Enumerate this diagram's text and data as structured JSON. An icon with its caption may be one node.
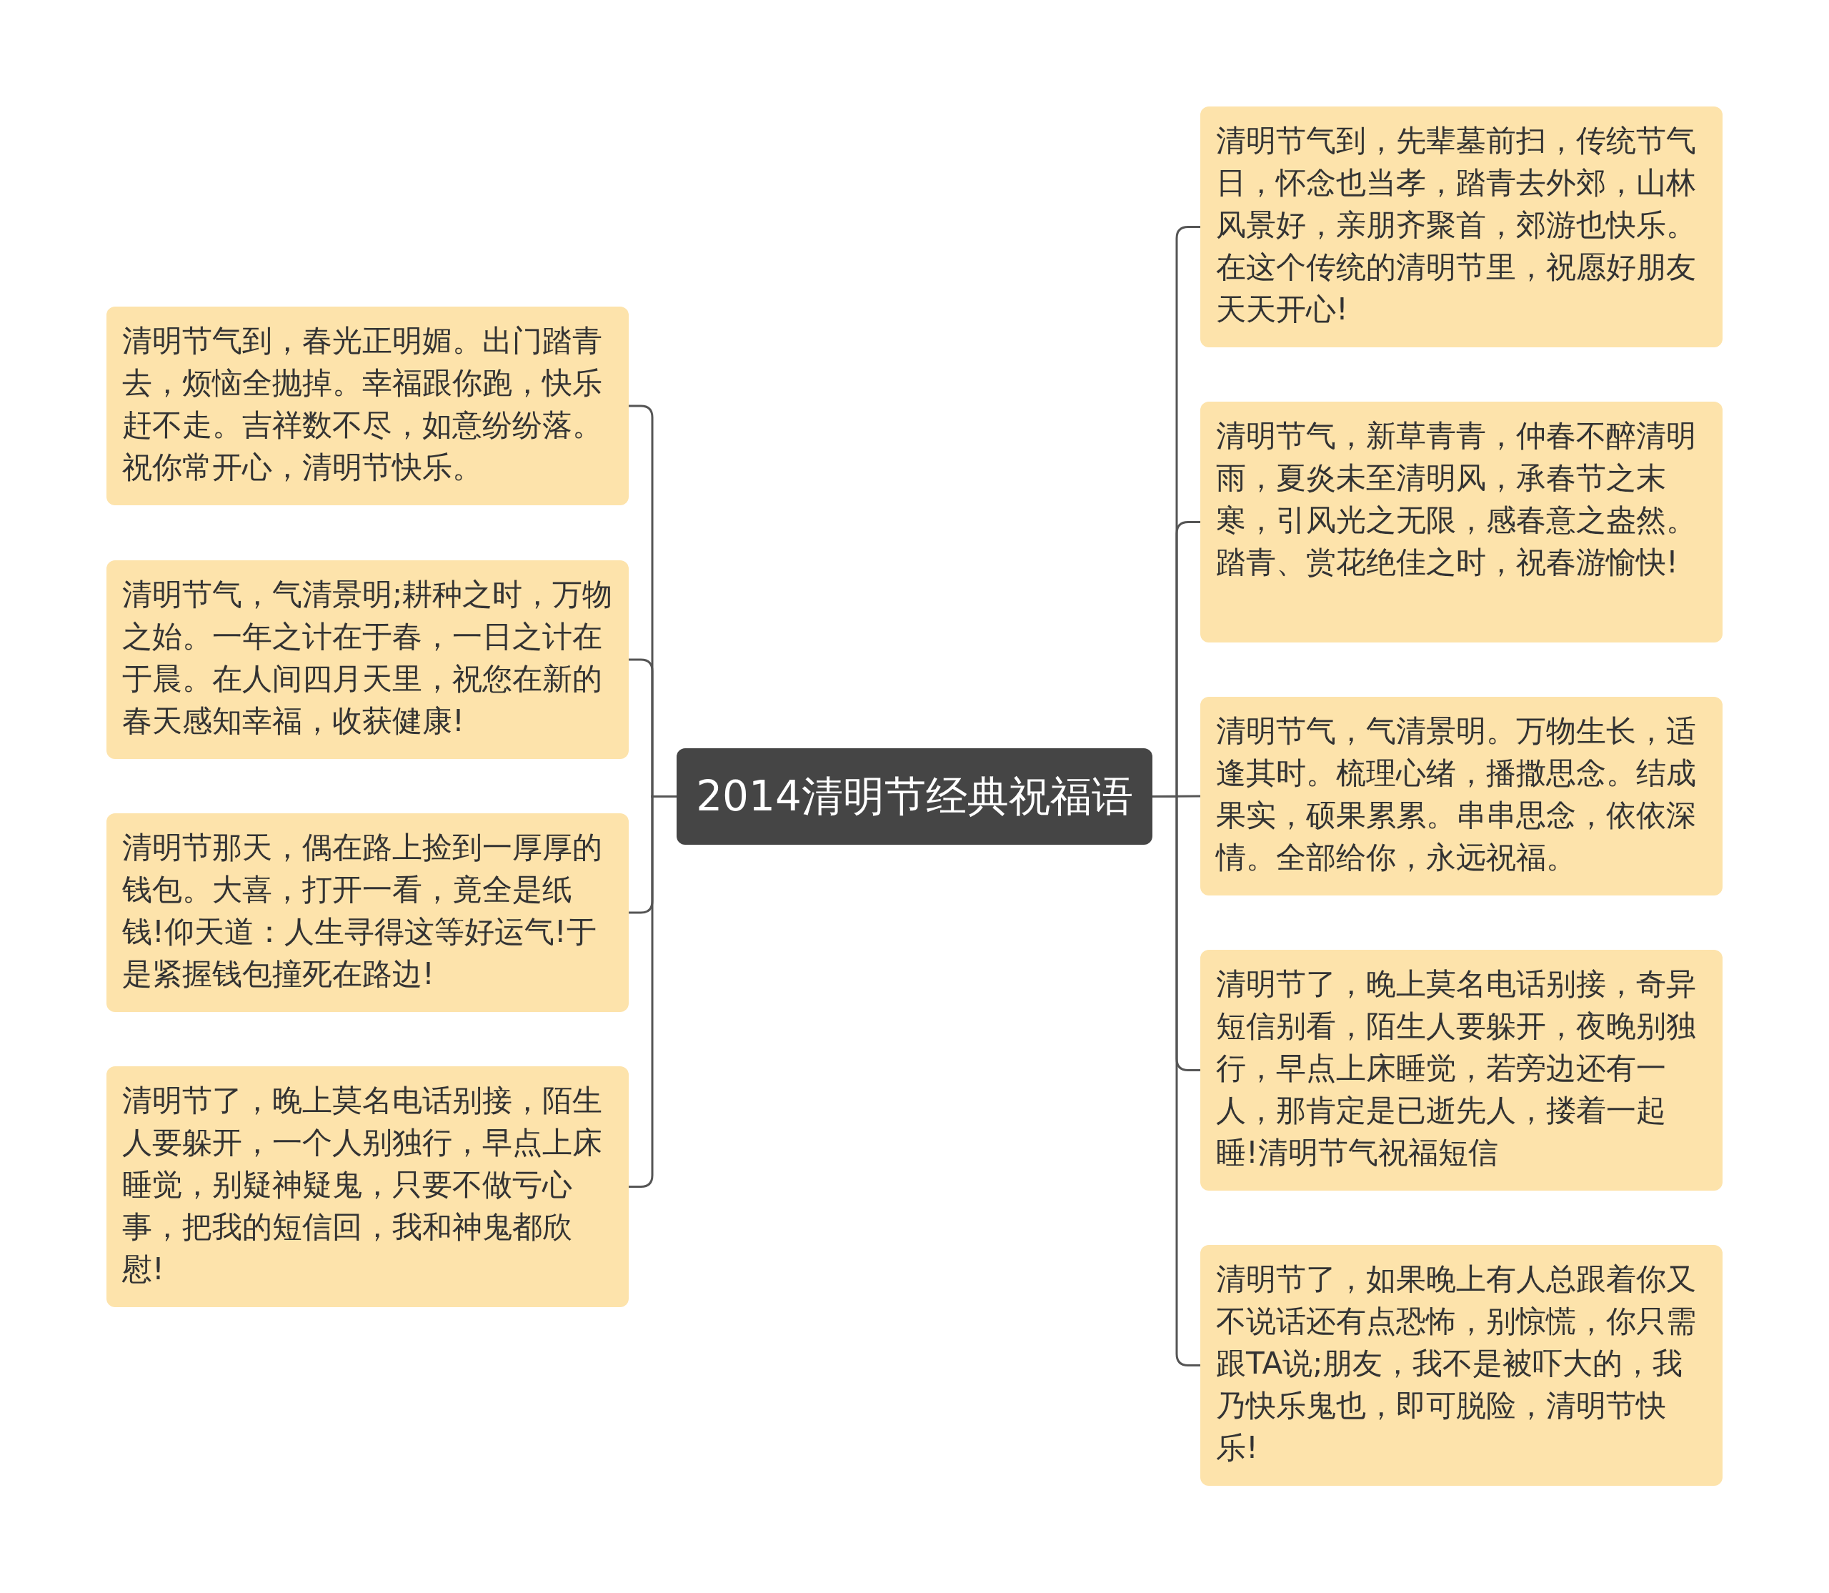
{
  "diagram": {
    "nodes": [
      {
        "text": [
          "2014清明节经典祝福语"
        ]
      },
      {
        "text": [
          "清明节气到，春光正明媚。出门踏青去，烦恼全抛掉。幸福跟你跑，快乐赶不走。吉祥数不尽，如意纷纷落。祝你常开心，清明节快乐。"
        ]
      },
      {
        "text": [
          "清明节气，气清景明;耕种之时，万物之始。一年之计在于春，一日之计在于晨。在人间四月天里，祝您在新的春天感知幸福，收获健康!"
        ]
      },
      {
        "text": [
          "清明节那天，偶在路上捡到一厚厚的钱包。大喜，打开一看，竟全是纸钱!仰天道：人生寻得这等好运气!于是紧握钱包撞死在路边!"
        ]
      },
      {
        "text": [
          "清明节了，晚上莫名电话别接，陌生人要躲开，一个人别独行，早点上床睡觉，别疑神疑鬼，只要不做亏心事，把我的短信回，我和神鬼都欣慰!"
        ]
      },
      {
        "text": [
          "清明节气到，先辈墓前扫，传统节气日，怀念也当孝，踏青去外郊，山林风景好，亲朋齐聚首，郊游也快乐。在这个传统的清明节里，祝愿好朋友天天开心!"
        ]
      },
      {
        "text": [
          "清明节气，新草青青，仲春不醉清明雨，夏炎未至清明风，承春节之末寒，引风光之无限，感春意之盎然。踏青、赏花绝佳之时，祝春游愉快!"
        ]
      },
      {
        "text": [
          "清明节气，气清景明。万物生长，适逢其时。梳理心绪，播撒思念。结成果实，硕果累累。串串思念，依依深情。全部给你，永远祝福。"
        ]
      },
      {
        "text": [
          "清明节了，晚上莫名电话别接，奇异短信别看，陌生人要躲开，夜晚别独行，早点上床睡觉，若旁边还有一人，那肯定是已逝先人，搂着一起睡!清明节气祝福短信"
        ]
      },
      {
        "text": [
          "清明节了，如果晚上有人总跟着你又不说话还有点恐怖，别惊慌，你只需跟TA说;朋友，我不是被吓大的，我乃快乐鬼也，即可脱险，清明节快乐!"
        ]
      }
    ],
    "edges": [
      {
        "from": 0,
        "to": 1,
        "arrow": "none"
      },
      {
        "from": 0,
        "to": 2,
        "arrow": "none"
      },
      {
        "from": 0,
        "to": 3,
        "arrow": "none"
      },
      {
        "from": 0,
        "to": 4,
        "arrow": "none"
      },
      {
        "from": 0,
        "to": 5,
        "arrow": "none"
      },
      {
        "from": 0,
        "to": 6,
        "arrow": "none"
      },
      {
        "from": 0,
        "to": 7,
        "arrow": "none"
      },
      {
        "from": 0,
        "to": 8,
        "arrow": "none"
      },
      {
        "from": 0,
        "to": 9,
        "arrow": "none"
      }
    ]
  }
}
